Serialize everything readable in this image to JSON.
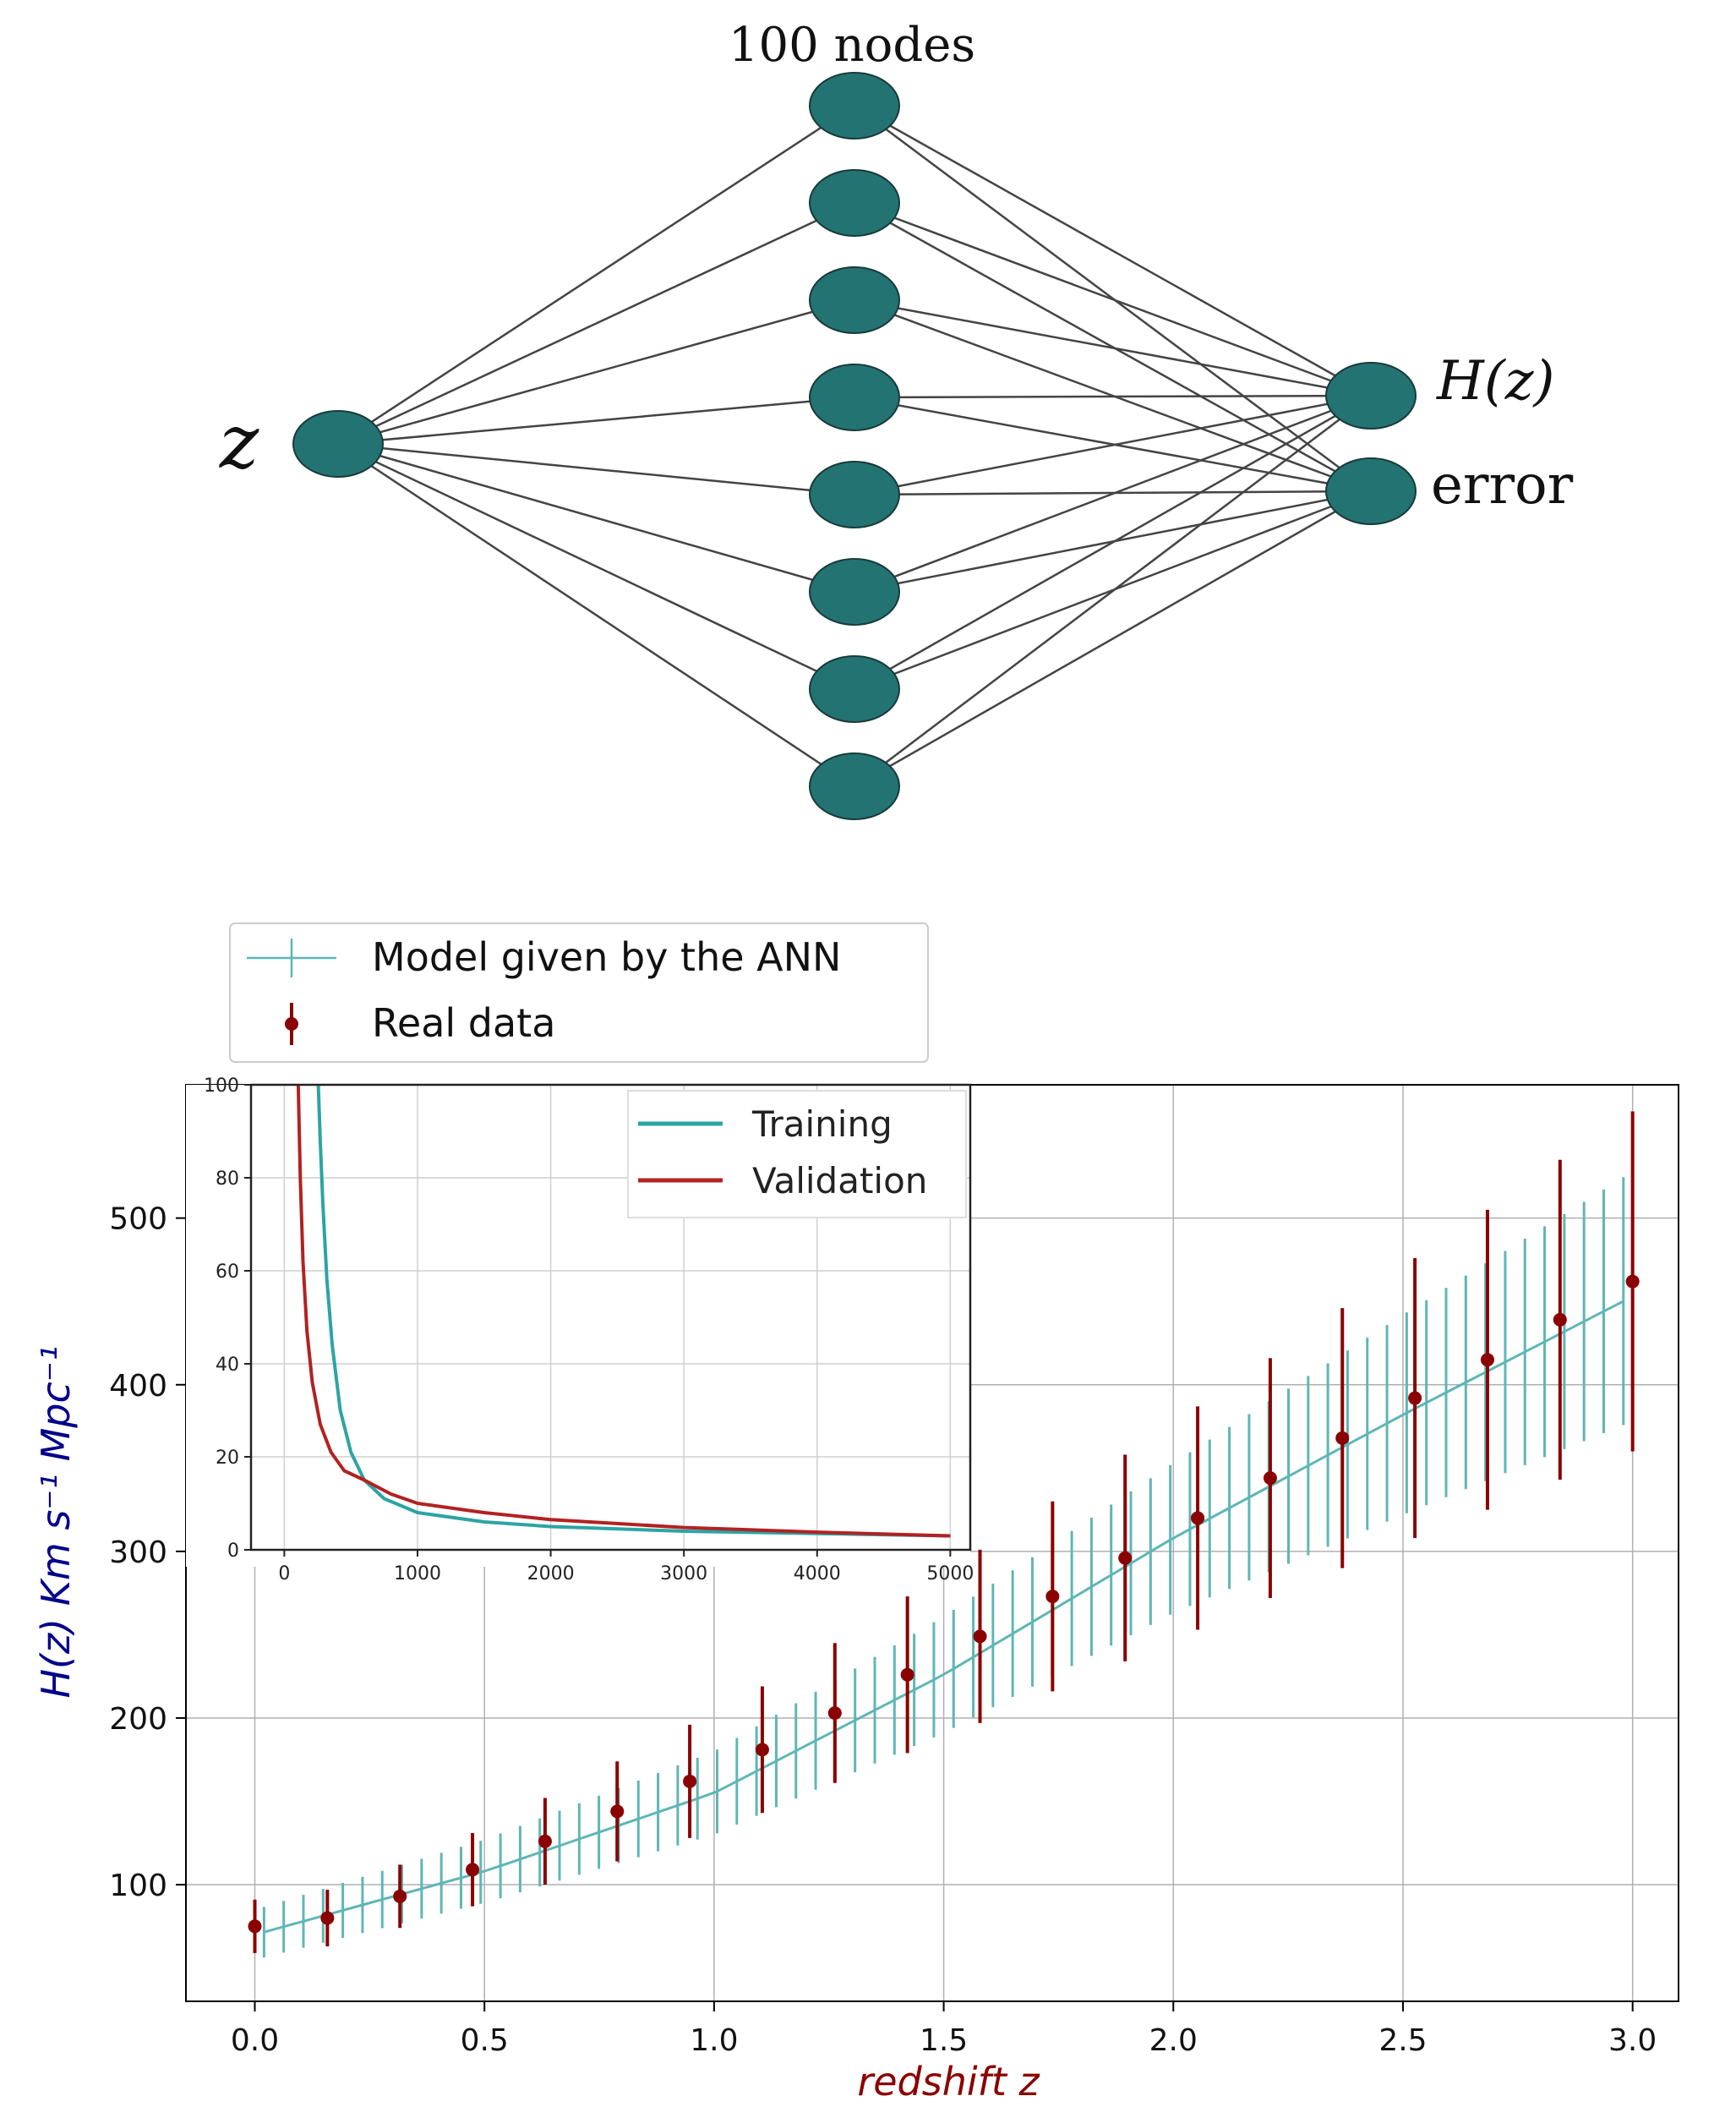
{
  "diagram": {
    "hidden_label": "100 nodes",
    "input_label": "z",
    "output_labels": [
      "H(z)",
      "error"
    ],
    "hidden_node_count_drawn": 8,
    "node_color": "#237373",
    "edge_color": "#444444"
  },
  "chart_data": [
    {
      "type": "line",
      "xlabel": "redshift z",
      "ylabel": "H(z) Km s⁻¹ Mpc⁻¹",
      "xlabel_color": "#8b0000",
      "ylabel_color": "#00008b",
      "xlim": [
        -0.15,
        3.1
      ],
      "ylim": [
        30,
        580
      ],
      "xticks": [
        0.0,
        0.5,
        1.0,
        1.5,
        2.0,
        2.5,
        3.0
      ],
      "xtick_labels": [
        "0.0",
        "0.5",
        "1.0",
        "1.5",
        "2.0",
        "2.5",
        "3.0"
      ],
      "yticks": [
        100,
        200,
        300,
        400,
        500
      ],
      "ytick_labels": [
        "100",
        "200",
        "300",
        "400",
        "500"
      ],
      "grid": true,
      "legend": {
        "placement": "above-left",
        "entries": [
          "Model given by the ANN",
          "Real data"
        ]
      },
      "series": [
        {
          "name": "Model given by the ANN",
          "kind": "line-with-errorbars",
          "color": "#5fb6b6",
          "x_start": 0.02,
          "x_end": 2.98,
          "n_points": 70,
          "anchors_x": [
            0.0,
            0.5,
            1.0,
            1.5,
            2.0,
            2.5,
            3.0
          ],
          "anchors_y": [
            70,
            108,
            155,
            226,
            308,
            382,
            453
          ],
          "anchors_err": [
            15,
            19,
            25,
            35,
            45,
            60,
            75
          ]
        },
        {
          "name": "Real data",
          "kind": "points-with-errorbars",
          "color": "#8b0000",
          "x": [
            0.0,
            0.158,
            0.316,
            0.474,
            0.632,
            0.789,
            0.947,
            1.105,
            1.263,
            1.421,
            1.579,
            1.737,
            1.895,
            2.053,
            2.211,
            2.368,
            2.526,
            2.684,
            2.842,
            3.0
          ],
          "y": [
            75,
            80,
            93,
            109,
            126,
            144,
            162,
            181,
            203,
            226,
            249,
            273,
            296,
            320,
            344,
            368,
            392,
            415,
            439,
            462
          ],
          "err": [
            16,
            17,
            19,
            22,
            26,
            30,
            34,
            38,
            42,
            47,
            52,
            57,
            62,
            67,
            72,
            78,
            84,
            90,
            96,
            102
          ]
        }
      ]
    },
    {
      "type": "line",
      "role": "inset",
      "xlim": [
        -250,
        5150
      ],
      "ylim": [
        0,
        100
      ],
      "xticks": [
        0,
        1000,
        2000,
        3000,
        4000,
        5000
      ],
      "xtick_labels": [
        "0",
        "1000",
        "2000",
        "3000",
        "4000",
        "5000"
      ],
      "yticks": [
        0,
        20,
        40,
        60,
        80,
        100
      ],
      "ytick_labels": [
        "0",
        "20",
        "40",
        "60",
        "80",
        "100"
      ],
      "grid": true,
      "legend": {
        "placement": "top-right",
        "entries": [
          "Training",
          "Validation"
        ]
      },
      "series": [
        {
          "name": "Training",
          "color": "#2ca4a4",
          "x": [
            255,
            270,
            290,
            320,
            360,
            420,
            500,
            600,
            750,
            1000,
            1500,
            2000,
            3000,
            4000,
            5000
          ],
          "y": [
            100,
            88,
            74,
            58,
            44,
            30,
            21,
            15,
            11,
            8,
            6,
            5,
            4,
            3.5,
            3
          ]
        },
        {
          "name": "Validation",
          "color": "#b22222",
          "x": [
            105,
            120,
            140,
            170,
            210,
            270,
            350,
            450,
            600,
            800,
            1000,
            1500,
            2000,
            3000,
            4000,
            5000
          ],
          "y": [
            100,
            80,
            62,
            47,
            36,
            27,
            21,
            17,
            15,
            12,
            10,
            8,
            6.5,
            4.8,
            3.8,
            3
          ]
        }
      ]
    }
  ]
}
